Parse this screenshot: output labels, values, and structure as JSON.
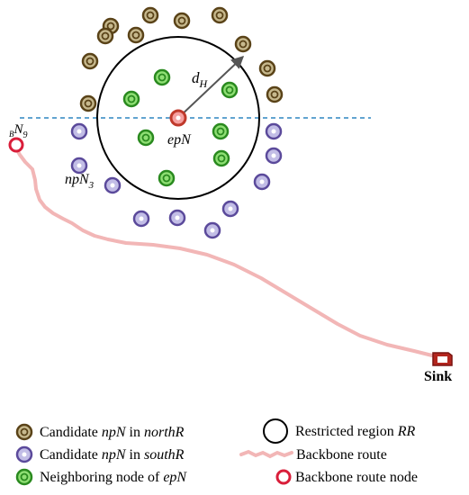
{
  "labels": {
    "radius": "d",
    "radius_sub": "H",
    "ep_node": "epN",
    "np_node": "npN",
    "np_node_sub": "3",
    "bn_prefix": "B",
    "bn_main": "N",
    "bn_sub": "9",
    "sink": "Sink"
  },
  "legend": {
    "north_prefix": "Candidate ",
    "north_term": "npN",
    "north_mid": " in ",
    "north_region": "northR",
    "south_prefix": "Candidate ",
    "south_term": "npN",
    "south_mid": " in ",
    "south_region": "southR",
    "neighbor_prefix": "Neighboring node of ",
    "neighbor_term": "epN",
    "restricted_prefix": "Restricted region ",
    "restricted_term": "RR",
    "backbone_route": "Backbone route",
    "backbone_node": "Backbone route node"
  },
  "colors": {
    "north_fill": "#c7b98e",
    "north_ring": "#5a4318",
    "south_fill": "#c2bde6",
    "south_ring": "#5b4a9b",
    "neighbor_fill": "#8fdf74",
    "neighbor_ring": "#2a8a1f",
    "ep_ring": "#c0392b",
    "route": "#f2b6b6",
    "backbone_node": "#d91e3a",
    "sink": "#b3261e",
    "boundary_line": "#2e86c1"
  }
}
